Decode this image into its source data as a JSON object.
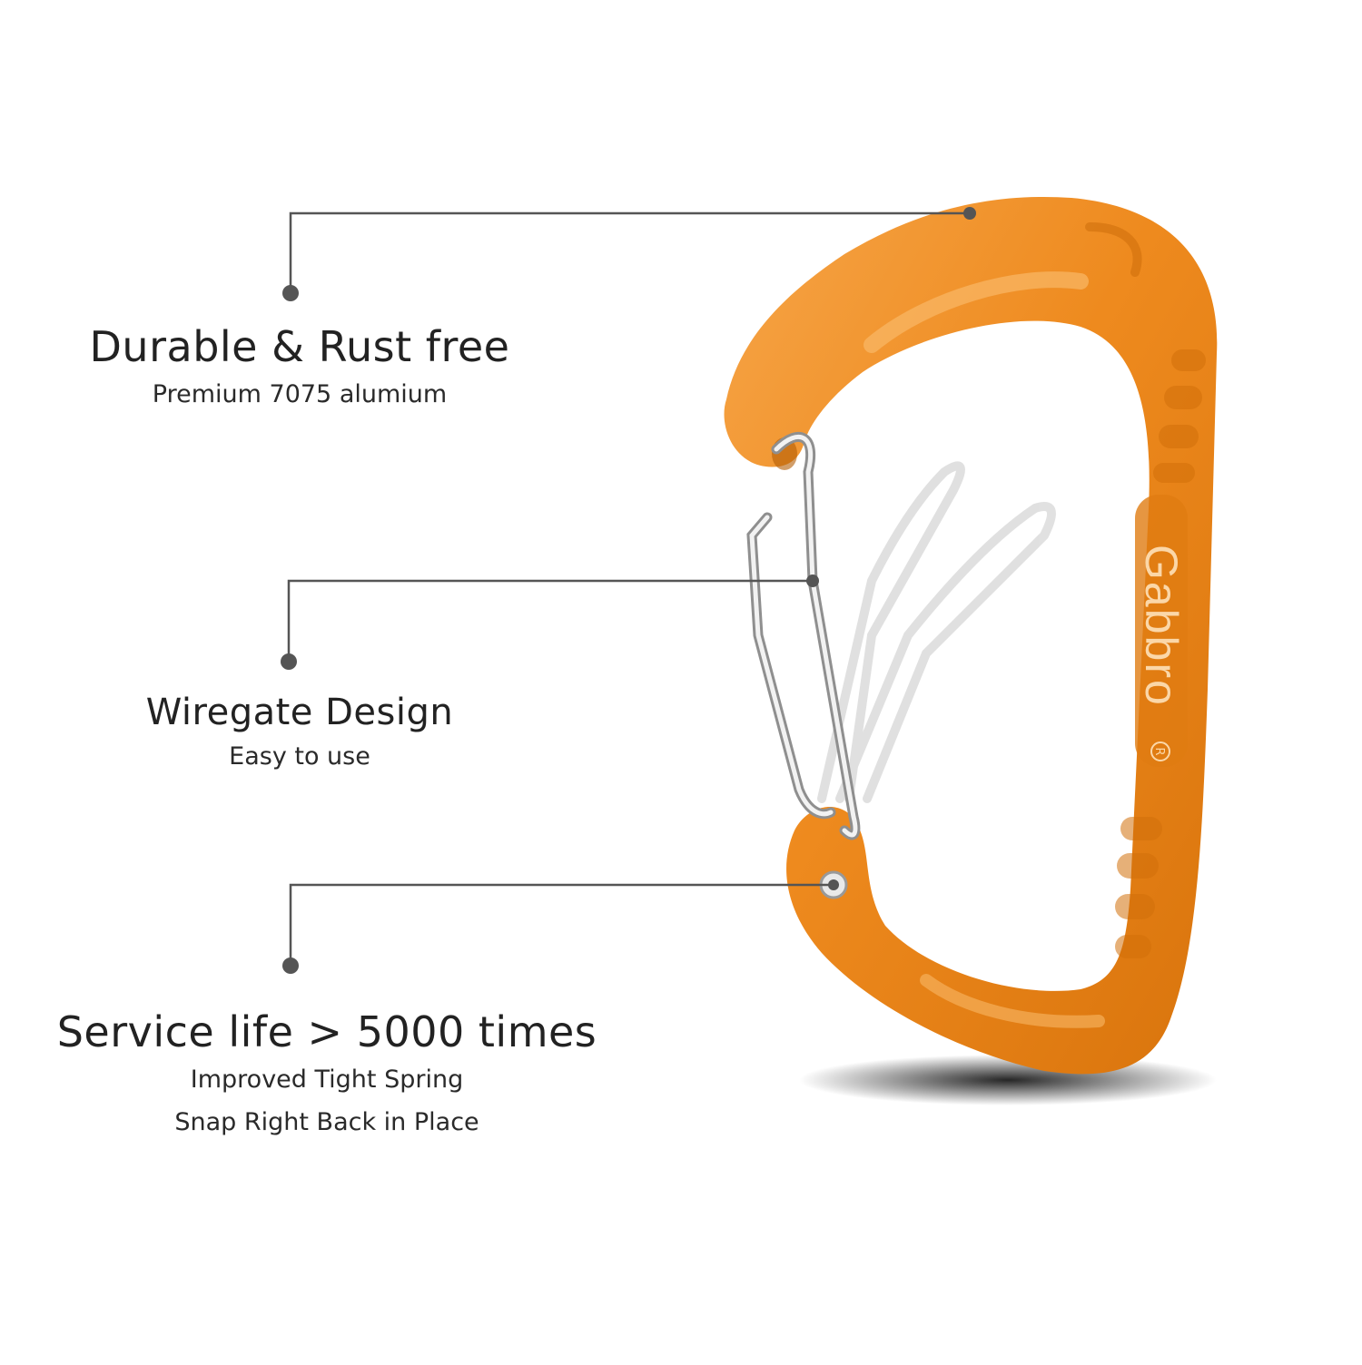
{
  "brand": {
    "name": "Gabbro",
    "mark": "R"
  },
  "colors": {
    "orange_main": "#f08a1c",
    "orange_dark": "#c96a08",
    "orange_light": "#f9ad52",
    "line": "#555555",
    "text": "#222222"
  },
  "features": [
    {
      "title": "Durable & Rust free",
      "subtitle": "Premium 7075 alumium"
    },
    {
      "title": "Wiregate Design",
      "subtitle": "Easy to use"
    },
    {
      "title": "Service life > 5000 times",
      "subtitle": "Improved Tight Spring",
      "subtitle2": "Snap Right Back in Place"
    }
  ]
}
